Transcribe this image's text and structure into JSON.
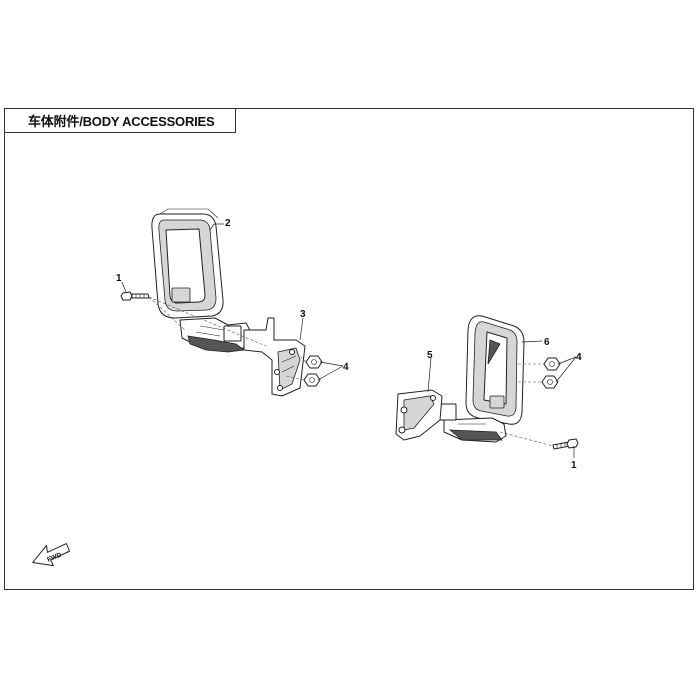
{
  "title": "车体附件/BODY ACCESSORIES",
  "callouts": {
    "c1_left": "1",
    "c2": "2",
    "c3": "3",
    "c4_left": "4",
    "c5": "5",
    "c6": "6",
    "c4_right": "4",
    "c1_right": "1"
  },
  "fwd_label": "FWD",
  "colors": {
    "line": "#222222",
    "frame": "#333333",
    "background": "#ffffff"
  }
}
